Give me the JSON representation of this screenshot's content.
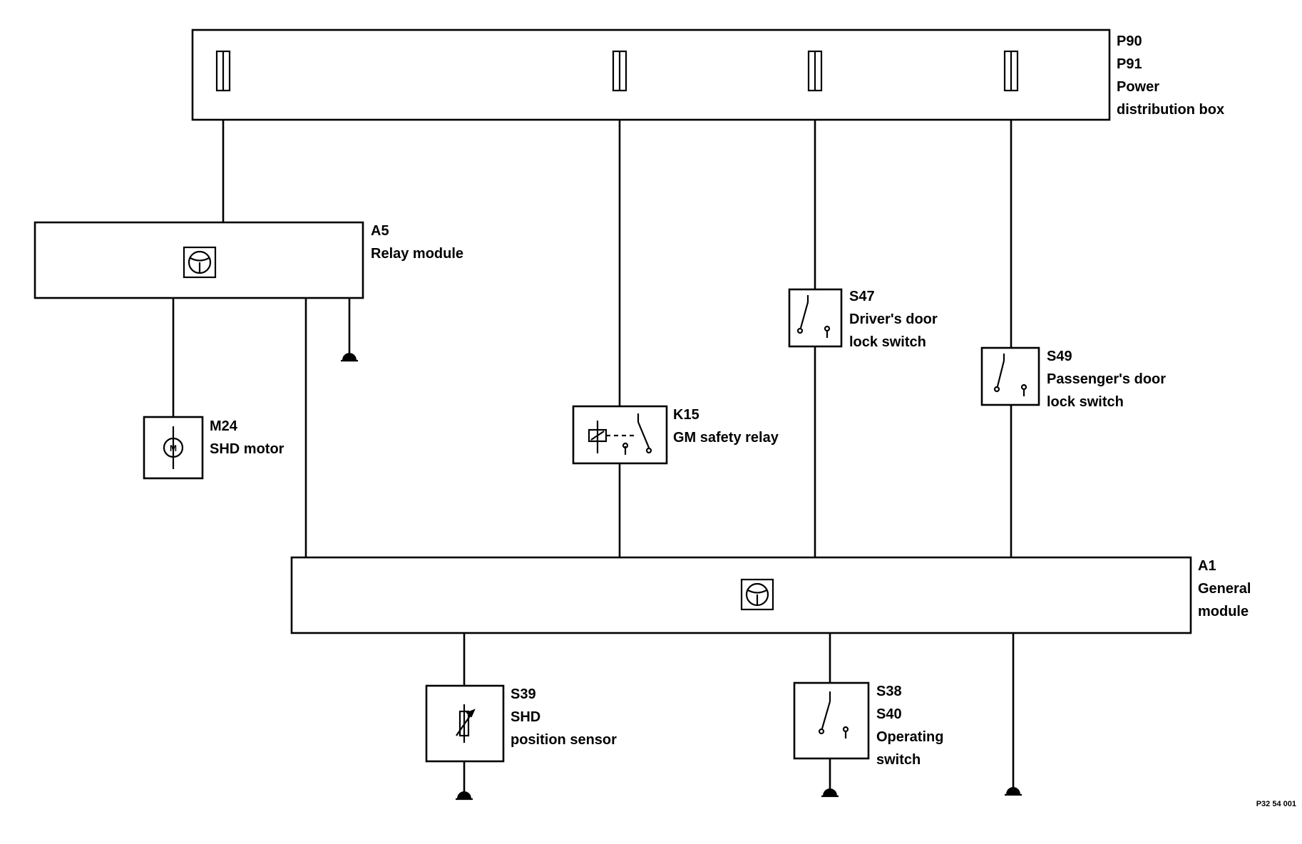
{
  "components": {
    "p90": {
      "code1": "P90",
      "code2": "P91",
      "name1": "Power",
      "name2": "distribution box"
    },
    "a5": {
      "code": "A5",
      "name": "Relay module"
    },
    "m24": {
      "code": "M24",
      "name": "SHD motor"
    },
    "k15": {
      "code": "K15",
      "name": "GM safety relay"
    },
    "s47": {
      "code": "S47",
      "name1": "Driver's door",
      "name2": "lock switch"
    },
    "s49": {
      "code": "S49",
      "name1": "Passenger's door",
      "name2": "lock switch"
    },
    "a1": {
      "code": "A1",
      "name1": "General",
      "name2": "module"
    },
    "s39": {
      "code": "S39",
      "name1": "SHD",
      "name2": "position sensor"
    },
    "s38": {
      "code1": "S38",
      "code2": "S40",
      "name1": "Operating",
      "name2": "switch"
    }
  },
  "reference": "P32 54 001",
  "icons": [
    "fuse-icon",
    "control-module-icon",
    "motor-icon",
    "relay-icon",
    "switch-icon",
    "potentiometer-icon",
    "ground-icon"
  ]
}
